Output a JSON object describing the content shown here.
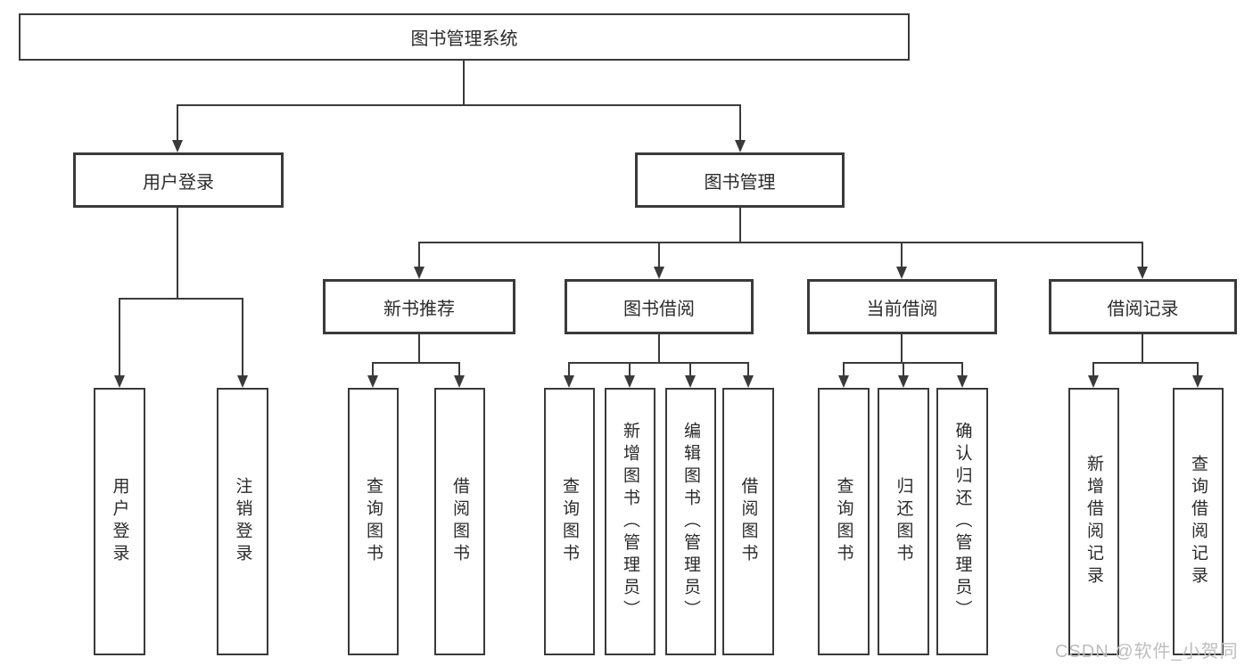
{
  "tree": {
    "root": {
      "label": "图书管理系统",
      "children": [
        {
          "label": "用户登录",
          "children": [
            {
              "label": "用户登录"
            },
            {
              "label": "注销登录"
            }
          ]
        },
        {
          "label": "图书管理",
          "children": [
            {
              "label": "新书推荐",
              "children": [
                {
                  "label": "查询图书"
                },
                {
                  "label": "借阅图书"
                }
              ]
            },
            {
              "label": "图书借阅",
              "children": [
                {
                  "label": "查询图书"
                },
                {
                  "label": "新增图书（管理员）"
                },
                {
                  "label": "编辑图书（管理员）"
                },
                {
                  "label": "借阅图书"
                }
              ]
            },
            {
              "label": "当前借阅",
              "children": [
                {
                  "label": "查询图书"
                },
                {
                  "label": "归还图书"
                },
                {
                  "label": "确认归还（管理员）"
                }
              ]
            },
            {
              "label": "借阅记录",
              "children": [
                {
                  "label": "新增借阅记录"
                },
                {
                  "label": "查询借阅记录"
                }
              ]
            }
          ]
        }
      ]
    }
  },
  "watermark": {
    "text": "CSDN @软件_小贺同学"
  },
  "colors": {
    "line": "#3a3a3a",
    "text": "#2b2b2b",
    "watermark": "#bdbdbd",
    "background": "#ffffff"
  }
}
